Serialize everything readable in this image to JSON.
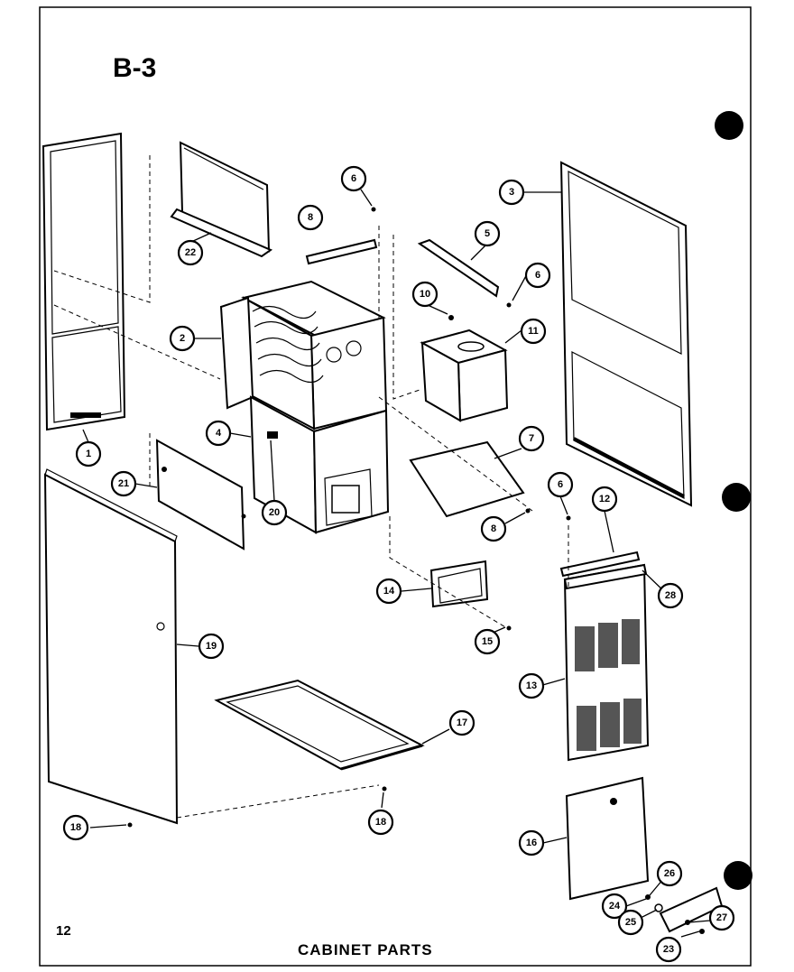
{
  "diagram": {
    "title": "B-3",
    "caption": "CABINET PARTS",
    "page_number": "12",
    "callouts": [
      {
        "id": "c1",
        "label": "1"
      },
      {
        "id": "c2",
        "label": "2"
      },
      {
        "id": "c3",
        "label": "3"
      },
      {
        "id": "c4",
        "label": "4"
      },
      {
        "id": "c5",
        "label": "5"
      },
      {
        "id": "c6a",
        "label": "6"
      },
      {
        "id": "c6b",
        "label": "6"
      },
      {
        "id": "c6c",
        "label": "6"
      },
      {
        "id": "c7",
        "label": "7"
      },
      {
        "id": "c8a",
        "label": "8"
      },
      {
        "id": "c8b",
        "label": "8"
      },
      {
        "id": "c10",
        "label": "10"
      },
      {
        "id": "c11",
        "label": "11"
      },
      {
        "id": "c12",
        "label": "12"
      },
      {
        "id": "c13",
        "label": "13"
      },
      {
        "id": "c14",
        "label": "14"
      },
      {
        "id": "c15",
        "label": "15"
      },
      {
        "id": "c16",
        "label": "16"
      },
      {
        "id": "c17",
        "label": "17"
      },
      {
        "id": "c18a",
        "label": "18"
      },
      {
        "id": "c18b",
        "label": "18"
      },
      {
        "id": "c19",
        "label": "19"
      },
      {
        "id": "c20",
        "label": "20"
      },
      {
        "id": "c21",
        "label": "21"
      },
      {
        "id": "c22",
        "label": "22"
      },
      {
        "id": "c23",
        "label": "23"
      },
      {
        "id": "c24",
        "label": "24"
      },
      {
        "id": "c25",
        "label": "25"
      },
      {
        "id": "c26",
        "label": "26"
      },
      {
        "id": "c27",
        "label": "27"
      },
      {
        "id": "c28",
        "label": "28"
      }
    ]
  }
}
